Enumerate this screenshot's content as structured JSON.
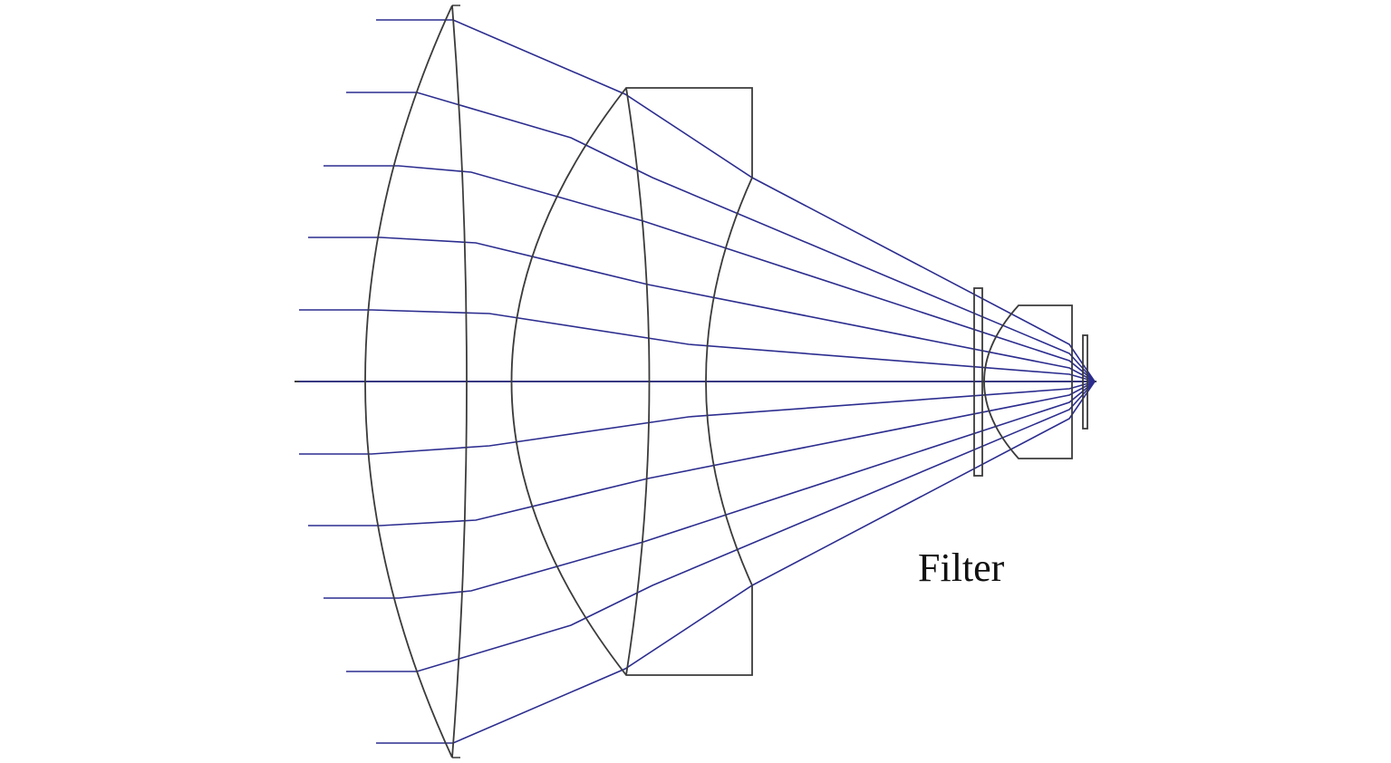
{
  "figure": {
    "type": "optical-layout",
    "labels": {
      "filter": "Filter"
    },
    "colors": {
      "rays": "#2c2d8f",
      "lens_outline": "#3b3b3b",
      "optical_axis": "#222222",
      "label_text": "#111111"
    },
    "components": [
      {
        "name": "first-lens"
      },
      {
        "name": "second-lens"
      },
      {
        "name": "filter"
      },
      {
        "name": "third-lens"
      },
      {
        "name": "image-sensor"
      }
    ],
    "ray_count": 11
  }
}
